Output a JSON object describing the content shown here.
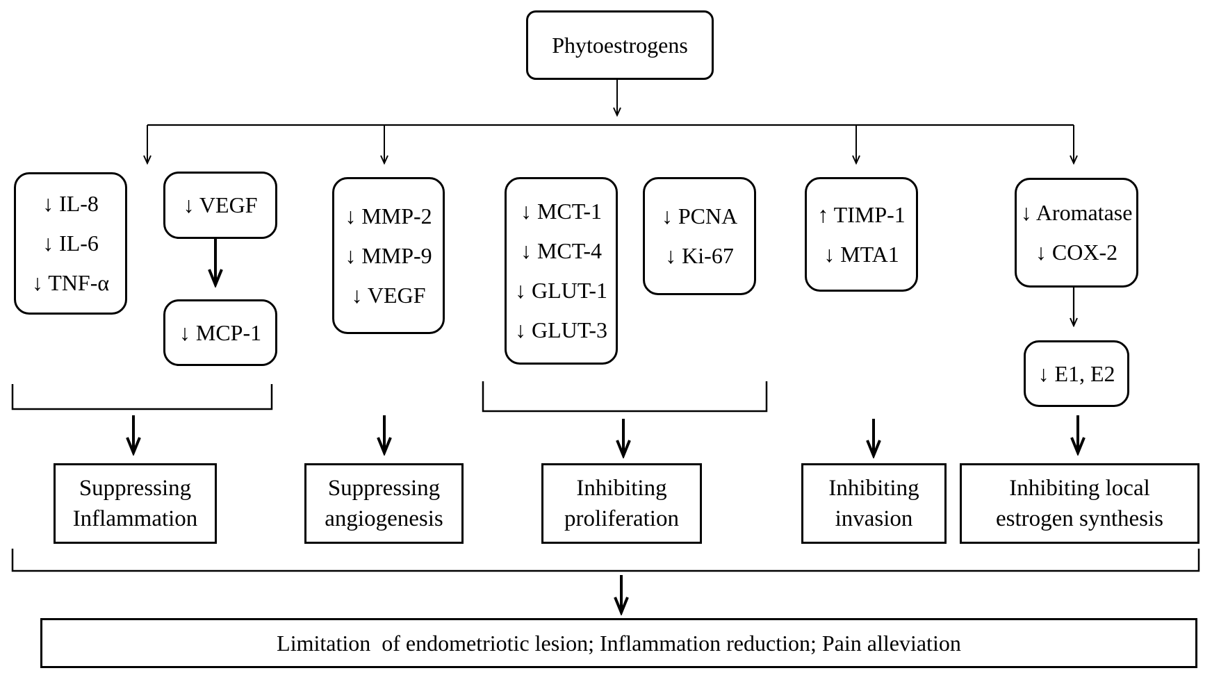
{
  "root": "Phytoestrogens",
  "groups": [
    {
      "boxes": [
        [
          "↓ IL-8",
          "↓ IL-6",
          "↓ TNF-α"
        ],
        [
          "↓ VEGF"
        ],
        [
          "↓ MCP-1"
        ]
      ],
      "mechanism": [
        "Suppressing",
        "Inflammation"
      ]
    },
    {
      "boxes": [
        [
          "↓ MMP-2",
          "↓ MMP-9",
          "↓ VEGF"
        ]
      ],
      "mechanism": [
        "Suppressing",
        "angiogenesis"
      ]
    },
    {
      "boxes": [
        [
          "↓ MCT-1",
          "↓ MCT-4",
          "↓ GLUT-1",
          "↓ GLUT-3"
        ],
        [
          "↓ PCNA",
          "↓ Ki-67"
        ]
      ],
      "mechanism": [
        "Inhibiting",
        "proliferation"
      ]
    },
    {
      "boxes": [
        [
          "↑ TIMP-1",
          "↓ MTA1"
        ]
      ],
      "mechanism": [
        "Inhibiting",
        "invasion"
      ]
    },
    {
      "boxes": [
        [
          "↓ Aromatase",
          "↓ COX-2"
        ],
        [
          "↓ E1, E2"
        ]
      ],
      "mechanism": [
        "Inhibiting local",
        "estrogen synthesis"
      ]
    }
  ],
  "outcome": "Limitation  of endometriotic lesion; Inflammation reduction; Pain alleviation"
}
